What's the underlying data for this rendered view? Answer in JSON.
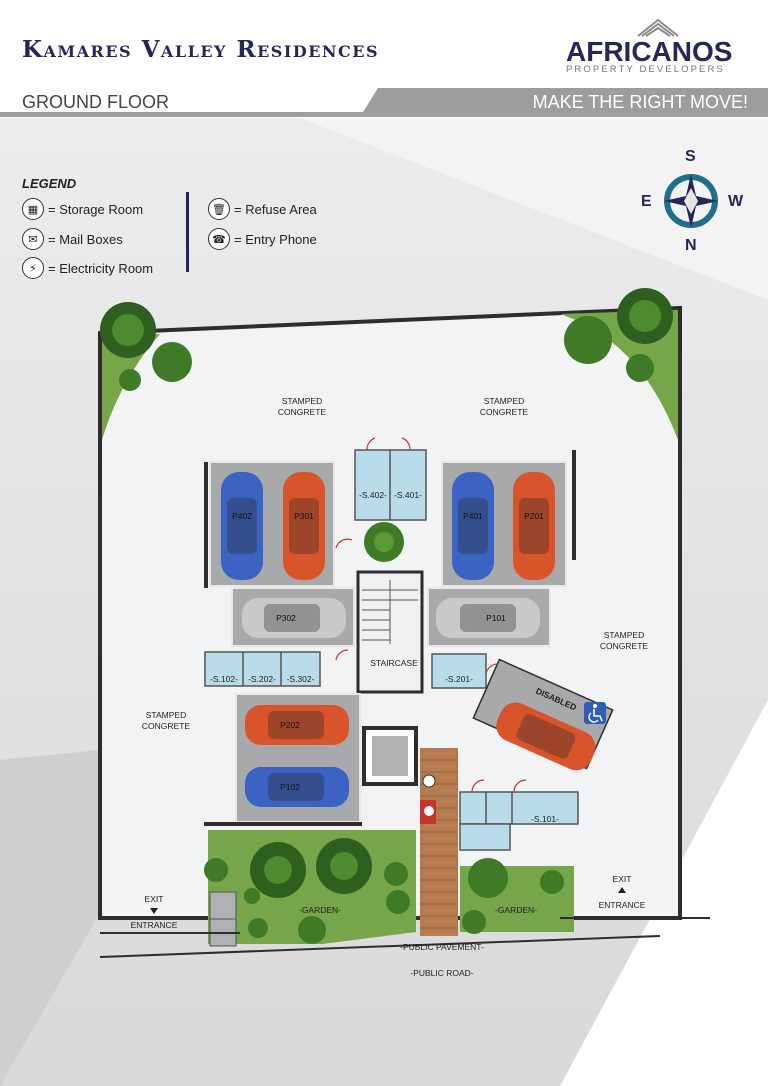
{
  "header": {
    "title": "Kamares Valley Residences",
    "brand_name": "AFRICANOS",
    "brand_tagline": "PROPERTY DEVELOPERS",
    "floor_label": "GROUND FLOOR",
    "slogan": "MAKE THE RIGHT MOVE!"
  },
  "legend": {
    "title": "LEGEND",
    "items": [
      {
        "icon": "storage-room-icon",
        "label": "= Storage Room"
      },
      {
        "icon": "mail-boxes-icon",
        "label": "= Mail Boxes"
      },
      {
        "icon": "electricity-room-icon",
        "label": "= Electricity Room"
      },
      {
        "icon": "refuse-area-icon",
        "label": "= Refuse Area"
      },
      {
        "icon": "entry-phone-icon",
        "label": "= Entry Phone"
      }
    ]
  },
  "compass": {
    "top": "S",
    "left": "E",
    "right": "W",
    "bottom": "N"
  },
  "plan": {
    "stamped_concrete": "STAMPED\nCONGRETE",
    "parking": [
      "P402",
      "P301",
      "P401",
      "P201",
      "P302",
      "P101",
      "P202",
      "P102"
    ],
    "disabled_label": "DISABLED",
    "storage": [
      "-S.402-",
      "-S.401-",
      "-S.102-",
      "-S.202-",
      "-S.302-",
      "-S.201-",
      "-S.101-"
    ],
    "staircase": "STAIRCASE",
    "garden": "-GARDEN-",
    "exit": "EXIT",
    "entrance": "ENTRANCE",
    "public_pavement": "-PUBLIC PAVEMENT-",
    "public_road": "-PUBLIC ROAD-"
  },
  "colors": {
    "navy": "#23275a",
    "grey_band": "#9c9d9f",
    "car_blue": "#3b63c4",
    "car_red": "#d9542b",
    "car_silver": "#c9c9c9",
    "grass": "#77a54a",
    "storage_blue": "#b9dceb",
    "brick": "#b57a4e"
  }
}
